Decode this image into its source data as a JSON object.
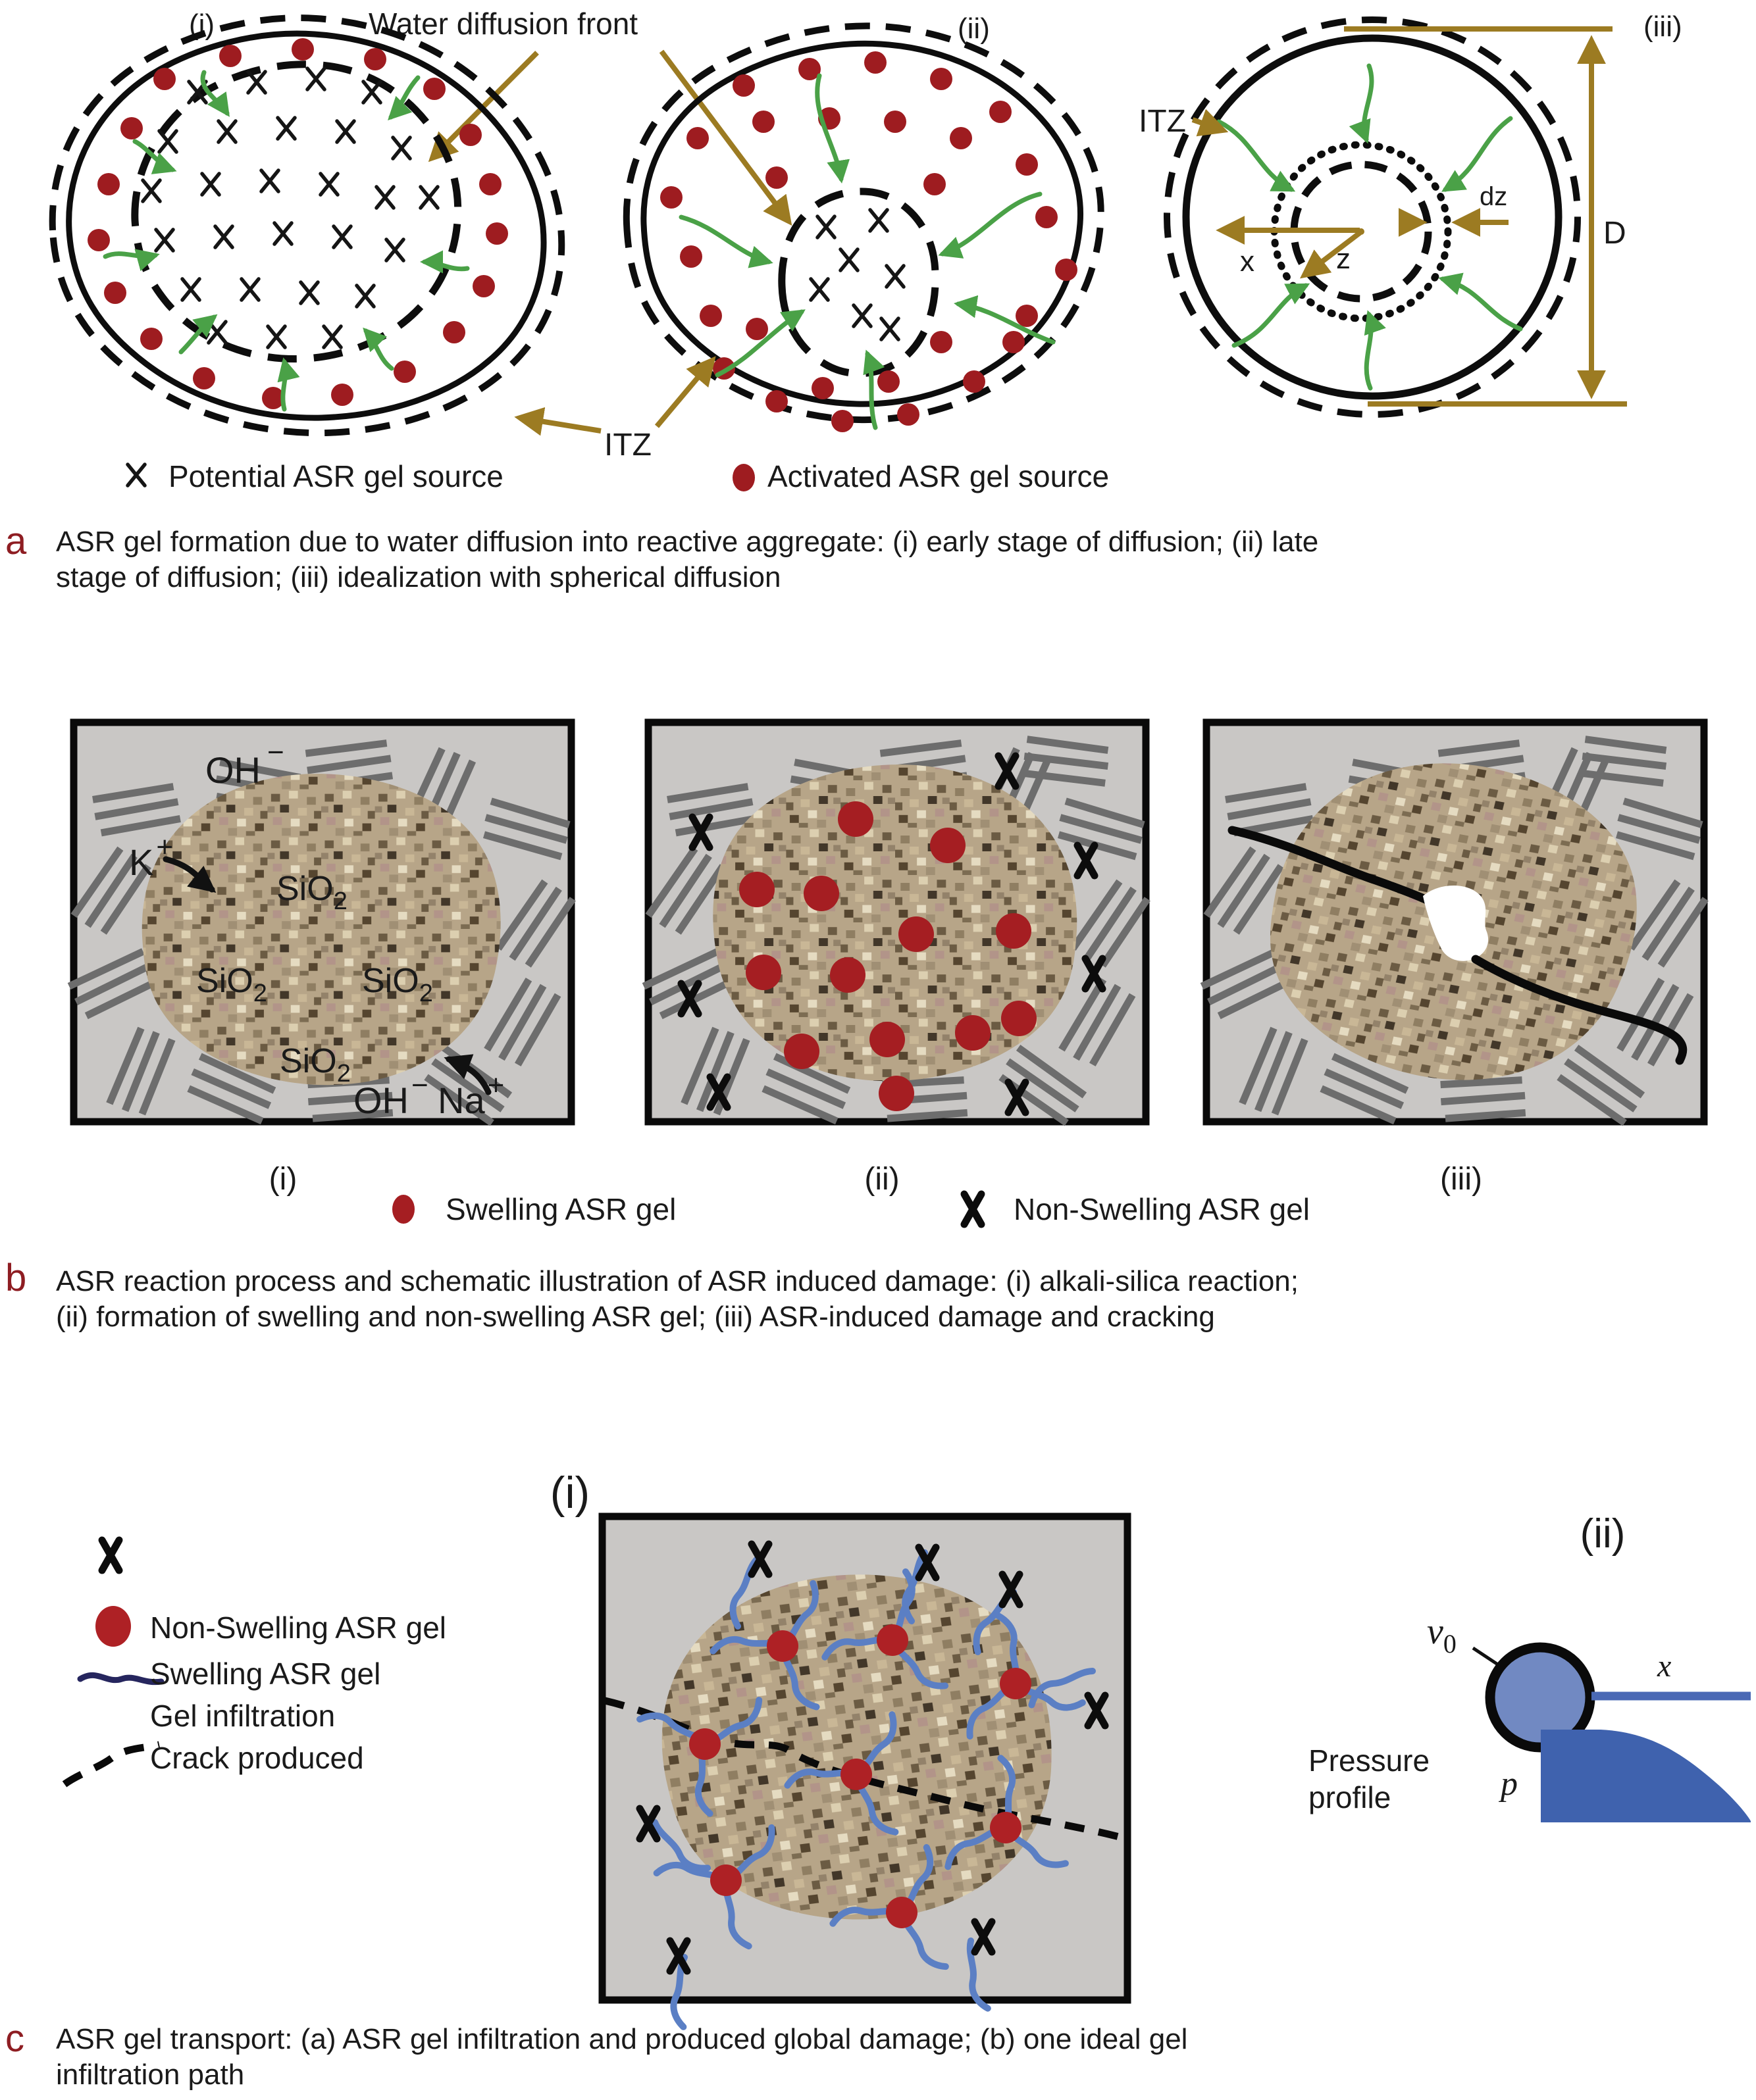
{
  "figure": {
    "type": "scientific-figure",
    "topic": "ASR (alkali-silica reaction) gel formation, reaction and transport schematics"
  },
  "colors": {
    "caption_red": "#8e1d22",
    "activated_dot_red": "#9e1c20",
    "swelling_dot_red": "#a51e22",
    "gel_dot_red": "#ae2125",
    "green_arrow": "#4aa147",
    "olive_arrow": "#9c7b22",
    "blue_infiltration": "#5b7fc4",
    "pressure_blue": "#3f62ae",
    "void_circle_blue": "#7189c2",
    "navy_swelling_line": "#26265e",
    "matrix_gray": "#c9c7c5",
    "hatch_gray": "#6d6d6d"
  },
  "panel_a": {
    "label_i": "(i)",
    "label_ii": "(ii)",
    "label_iii": "(iii)",
    "water_front": "Water diffusion front",
    "itz": "ITZ",
    "dz": "dz",
    "x": "x",
    "z": "z",
    "D": "D",
    "legend": [
      {
        "symbol": "x-mark",
        "label": "Potential ASR gel source"
      },
      {
        "symbol": "red-dot",
        "label": "Activated ASR gel source"
      }
    ],
    "cap_letter": "a",
    "cap_line1": "ASR gel formation due to water diffusion into reactive aggregate: (i) early stage of diffusion; (ii) late",
    "cap_line2": "stage of diffusion; (iii) idealization with spherical diffusion"
  },
  "panel_b": {
    "label_i": "(i)",
    "label_ii": "(ii)",
    "label_iii": "(iii)",
    "oh": "OH",
    "minus": "−",
    "k": "K",
    "plus": "+",
    "na": "Na",
    "sio": "SiO",
    "two": "2",
    "legend": [
      {
        "symbol": "red-dot",
        "label": "Swelling ASR gel"
      },
      {
        "symbol": "x-mark",
        "label": "Non-Swelling ASR gel"
      }
    ],
    "cap_letter": "b",
    "cap_line1": "ASR reaction process and schematic illustration of ASR induced damage: (i) alkali-silica reaction;",
    "cap_line2": "(ii) formation of swelling and non-swelling ASR gel; (iii) ASR-induced damage and cracking"
  },
  "panel_c": {
    "label_i": "(i)",
    "label_ii": "(ii)",
    "legend": [
      {
        "symbol": "x-mark",
        "label": ""
      },
      {
        "symbol": "red-dot",
        "label": "Non-Swelling ASR gel"
      },
      {
        "symbol": "navy-wavy-line",
        "label": "Swelling ASR gel"
      },
      {
        "symbol": "none",
        "label": "Gel infiltration"
      },
      {
        "symbol": "dashed-line",
        "label": "Crack produced"
      }
    ],
    "v": "v",
    "v_sub": "0",
    "x_axis": "x",
    "p": "p",
    "pressure_line1": "Pressure",
    "pressure_line2": "profile",
    "cap_letter": "c",
    "cap_line1": "ASR gel transport: (a) ASR gel infiltration and produced global damage; (b) one ideal gel",
    "cap_line2": "infiltration path"
  }
}
